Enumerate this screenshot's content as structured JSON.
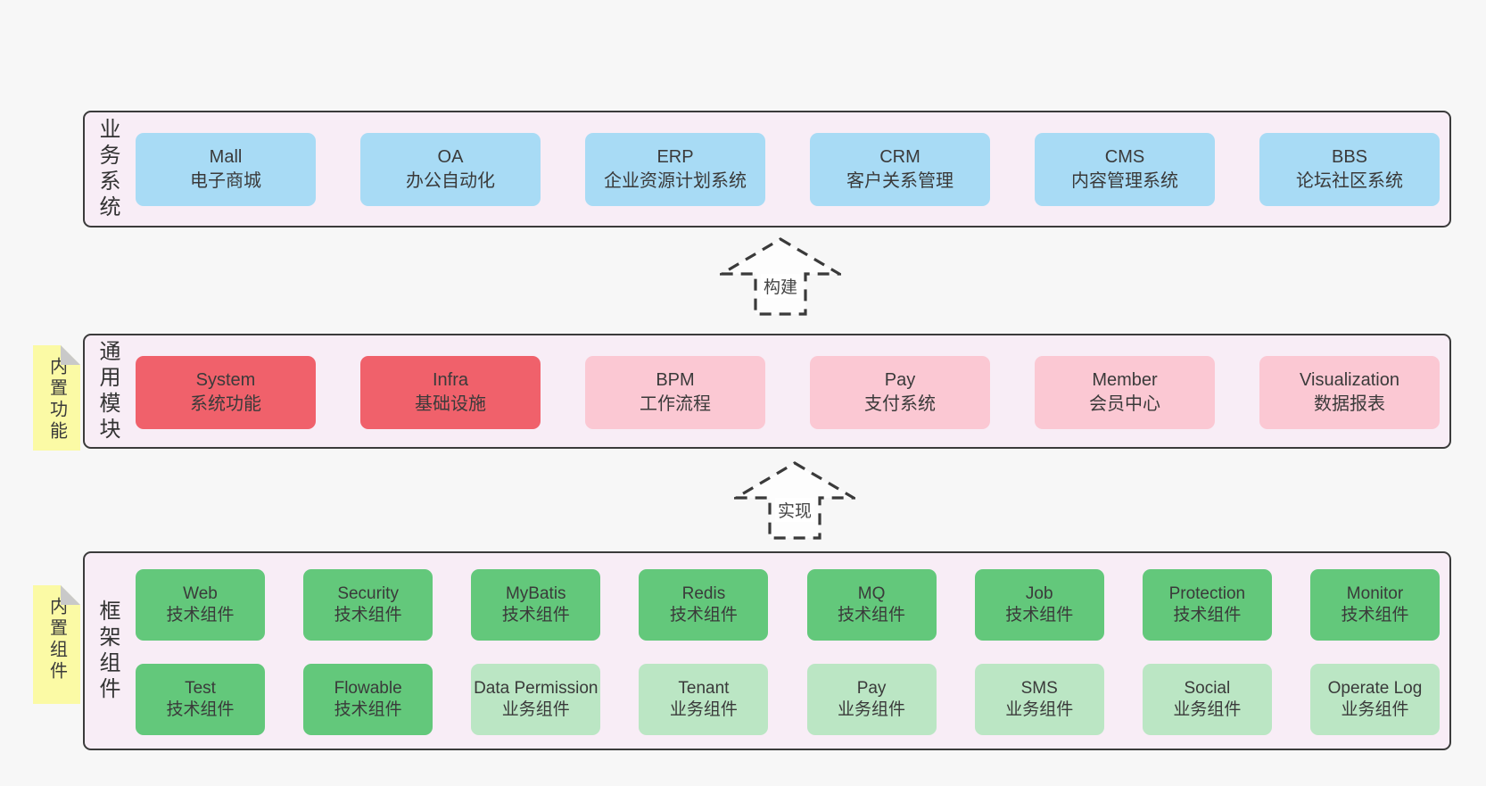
{
  "colors": {
    "page_bg": "#f7f7f7",
    "panel_bg": "#f8edf6",
    "panel_border": "#3b3b3b",
    "text": "#3a3a3a",
    "blue_box": "#a8dbf5",
    "red_box": "#f0616b",
    "pink_box": "#fbc8d3",
    "green_box": "#63c87b",
    "light_green_box": "#bbe6c4",
    "note_yellow": "#fbfaa5",
    "note_fold_gray": "#c9c9c9"
  },
  "layers": [
    {
      "label": "业务系统",
      "boxes": [
        {
          "title": "Mall",
          "subtitle": "电子商城"
        },
        {
          "title": "OA",
          "subtitle": "办公自动化"
        },
        {
          "title": "ERP",
          "subtitle": "企业资源计划系统"
        },
        {
          "title": "CRM",
          "subtitle": "客户关系管理"
        },
        {
          "title": "CMS",
          "subtitle": "内容管理系统"
        },
        {
          "title": "BBS",
          "subtitle": "论坛社区系统"
        }
      ]
    },
    {
      "label": "通用模块",
      "note": "内置功能",
      "boxes": [
        {
          "title": "System",
          "subtitle": "系统功能"
        },
        {
          "title": "Infra",
          "subtitle": "基础设施"
        },
        {
          "title": "BPM",
          "subtitle": "工作流程"
        },
        {
          "title": "Pay",
          "subtitle": "支付系统"
        },
        {
          "title": "Member",
          "subtitle": "会员中心"
        },
        {
          "title": "Visualization",
          "subtitle": "数据报表"
        }
      ]
    },
    {
      "label": "框架组件",
      "note": "内置组件",
      "rows": [
        [
          {
            "title": "Web",
            "subtitle": "技术组件"
          },
          {
            "title": "Security",
            "subtitle": "技术组件"
          },
          {
            "title": "MyBatis",
            "subtitle": "技术组件"
          },
          {
            "title": "Redis",
            "subtitle": "技术组件"
          },
          {
            "title": "MQ",
            "subtitle": "技术组件"
          },
          {
            "title": "Job",
            "subtitle": "技术组件"
          },
          {
            "title": "Protection",
            "subtitle": "技术组件"
          },
          {
            "title": "Monitor",
            "subtitle": "技术组件"
          }
        ],
        [
          {
            "title": "Test",
            "subtitle": "技术组件"
          },
          {
            "title": "Flowable",
            "subtitle": "技术组件"
          },
          {
            "title": "Data Permission",
            "subtitle": "业务组件"
          },
          {
            "title": "Tenant",
            "subtitle": "业务组件"
          },
          {
            "title": "Pay",
            "subtitle": "业务组件"
          },
          {
            "title": "SMS",
            "subtitle": "业务组件"
          },
          {
            "title": "Social",
            "subtitle": "业务组件"
          },
          {
            "title": "Operate Log",
            "subtitle": "业务组件"
          }
        ]
      ]
    }
  ],
  "arrows": [
    {
      "label": "构建"
    },
    {
      "label": "实现"
    }
  ]
}
